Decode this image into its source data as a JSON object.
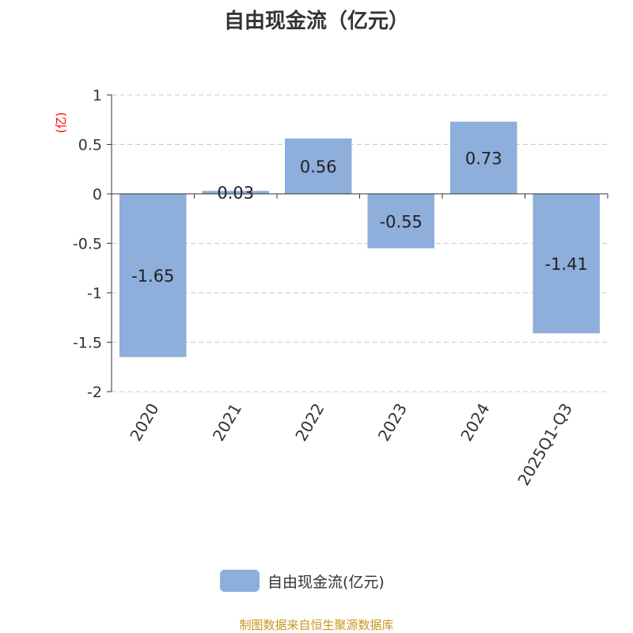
{
  "chart_data": {
    "type": "bar",
    "title": "自由现金流（亿元）",
    "ylabel": "(亿)",
    "categories": [
      "2020",
      "2021",
      "2022",
      "2023",
      "2024",
      "2025Q1-Q3"
    ],
    "values": [
      -1.65,
      0.03,
      0.56,
      -0.55,
      0.73,
      -1.41
    ],
    "data_labels": [
      "-1.65",
      "0.03",
      "0.56",
      "-0.55",
      "0.73",
      "-1.41"
    ],
    "yticks": [
      "1",
      "0.5",
      "0",
      "-0.5",
      "-1",
      "-1.5",
      "-2"
    ],
    "ytick_values": [
      1,
      0.5,
      0,
      -0.5,
      -1,
      -1.5,
      -2
    ],
    "ylim": [
      -2,
      1
    ],
    "grid": true,
    "legend": "bottom-center",
    "legend_entries": [
      "自由现金流(亿元)"
    ],
    "bar_color": "#8eaedb"
  },
  "footer": "制图数据来自恒生聚源数据库"
}
